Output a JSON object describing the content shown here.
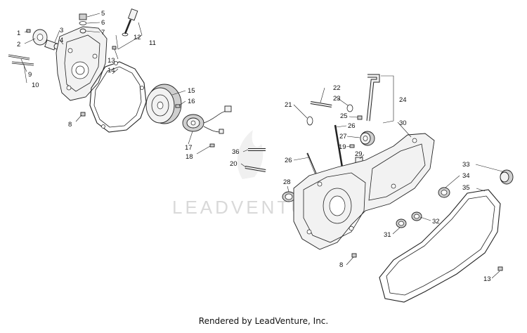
{
  "watermark": "LEADVENTURE",
  "footer": "Rendered by LeadVenture, Inc.",
  "callouts": [
    "1",
    "2",
    "3",
    "4",
    "5",
    "6",
    "7",
    "9",
    "10",
    "12",
    "11",
    "13",
    "14",
    "8",
    "15",
    "16",
    "17",
    "18",
    "21",
    "22",
    "23",
    "24",
    "25",
    "26",
    "27",
    "30",
    "19",
    "29",
    "36",
    "20",
    "26",
    "28",
    "33",
    "34",
    "35",
    "32",
    "31",
    "8",
    "13"
  ]
}
